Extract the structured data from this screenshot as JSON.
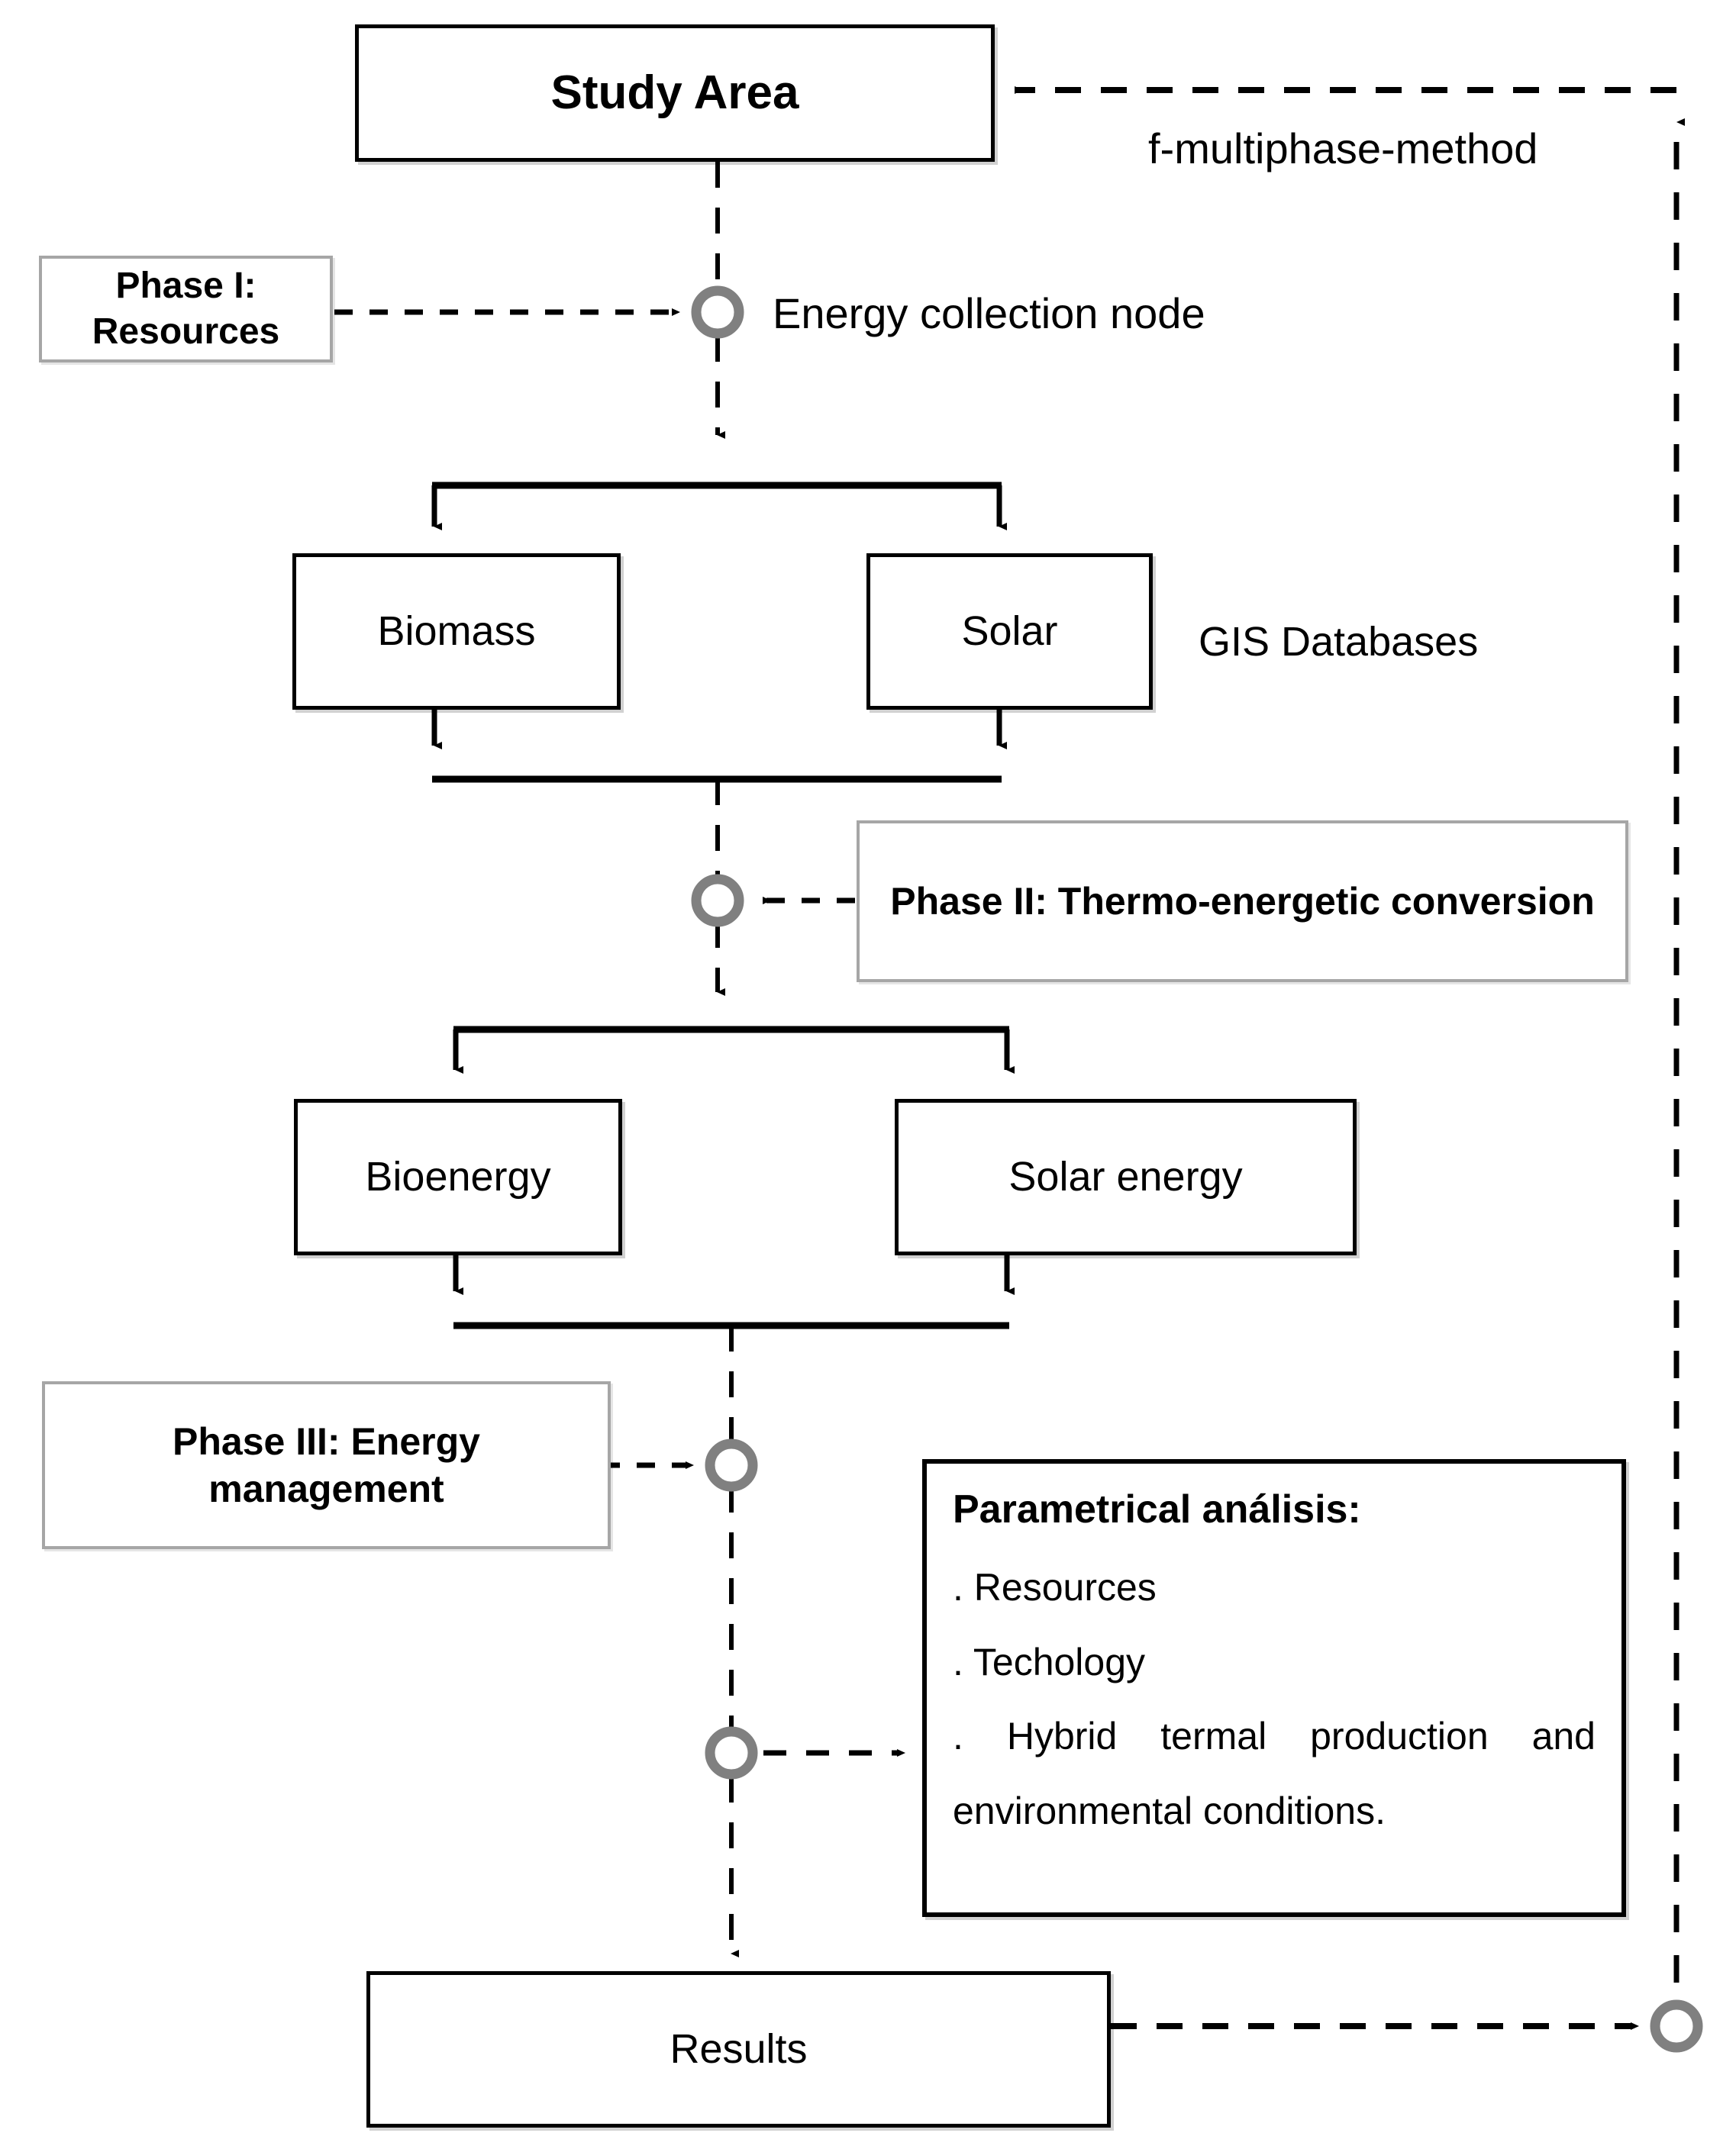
{
  "diagram": {
    "title_text": "f-multiphase-method",
    "node_legend": "Energy collection node",
    "gis_label": "GIS Databases",
    "colors": {
      "node_ring": "#808080",
      "box_border_strong": "#000000",
      "phase_border": "#a6a6a6",
      "connector": "#000000",
      "background": "#ffffff"
    }
  },
  "boxes": {
    "study_area": {
      "label": "Study Area"
    },
    "biomass": {
      "label": "Biomass"
    },
    "solar": {
      "label": "Solar"
    },
    "bioenergy": {
      "label": "Bioenergy"
    },
    "solar_energy": {
      "label": "Solar energy"
    },
    "results": {
      "label": "Results"
    }
  },
  "phases": {
    "phase1": {
      "label": "Phase I:  Resources"
    },
    "phase2": {
      "label": "Phase II: Thermo-energetic conversion"
    },
    "phase3": {
      "label": "Phase III: Energy management"
    }
  },
  "parametrical": {
    "title": "Parametrical análisis:",
    "items": [
      ". Resources",
      ". Techology",
      ". Hybrid termal production and",
      "environmental conditions."
    ]
  },
  "nodes": [
    {
      "name": "energy-collection-node-phase1"
    },
    {
      "name": "energy-collection-node-phase2"
    },
    {
      "name": "energy-collection-node-phase3"
    },
    {
      "name": "energy-collection-node-parametrical"
    },
    {
      "name": "energy-collection-node-results"
    }
  ]
}
